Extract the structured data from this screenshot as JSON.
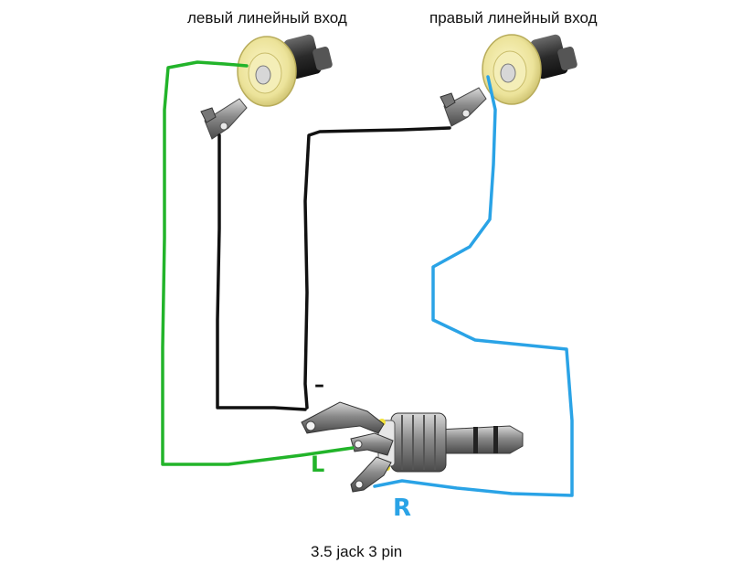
{
  "labels": {
    "left_input": "левый линейный вход",
    "right_input": "правый линейный вход",
    "caption": "3.5 jack 3 pin"
  },
  "marks": {
    "left": "L",
    "right": "R",
    "minus": "–"
  },
  "colors": {
    "left_wire": "#22b42a",
    "right_wire": "#2aa3e6",
    "ground_wire": "#111111",
    "rca_body": "#f0e9a0",
    "rca_metal": "#3a3a3a",
    "jack_metal": "#8c8c8c"
  }
}
